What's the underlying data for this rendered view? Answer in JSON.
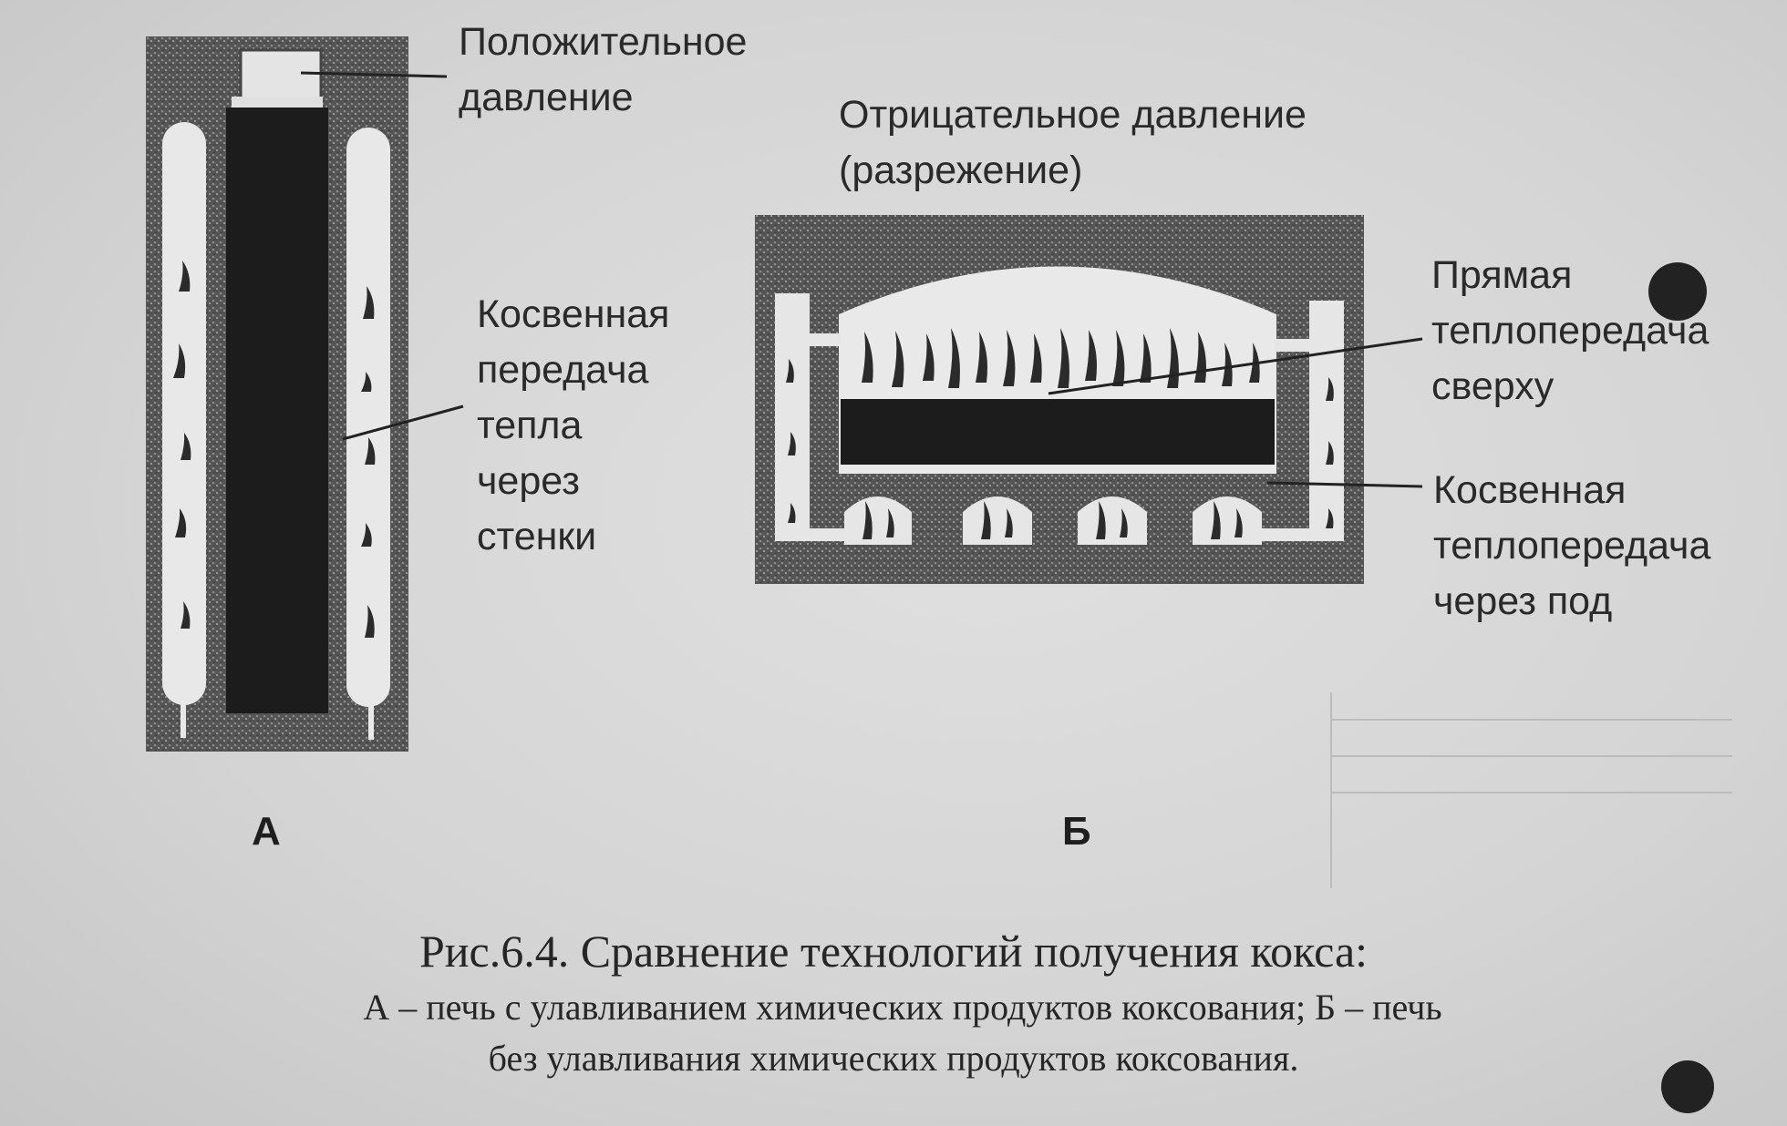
{
  "labels": {
    "positive_pressure": [
      "Положительное",
      "давление"
    ],
    "indirect_transfer_walls": [
      "Косвенная",
      "передача",
      "тепла",
      "через",
      "стенки"
    ],
    "negative_pressure": [
      "Отрицательное давление",
      "(разрежение)"
    ],
    "direct_transfer_top": [
      "Прямая",
      "теплопередача",
      "сверху"
    ],
    "indirect_transfer_floor": [
      "Косвенная",
      "теплопередача",
      "через под"
    ]
  },
  "letters": {
    "a": "А",
    "b": "Б"
  },
  "caption": {
    "title": "Рис.6.4. Сравнение технологий получения кокса:",
    "line1": "А – печь с улавливанием химических продуктов коксования; Б – печь",
    "line2": "без улавливания химических продуктов коксования."
  },
  "colors": {
    "paper": "#d4d4d4",
    "refractory": "#5a5a5a",
    "coal_charge": "#1c1c1c",
    "flue": "#e6e6e6",
    "flame": "#2b2b2b",
    "text": "#2a2a2a"
  }
}
